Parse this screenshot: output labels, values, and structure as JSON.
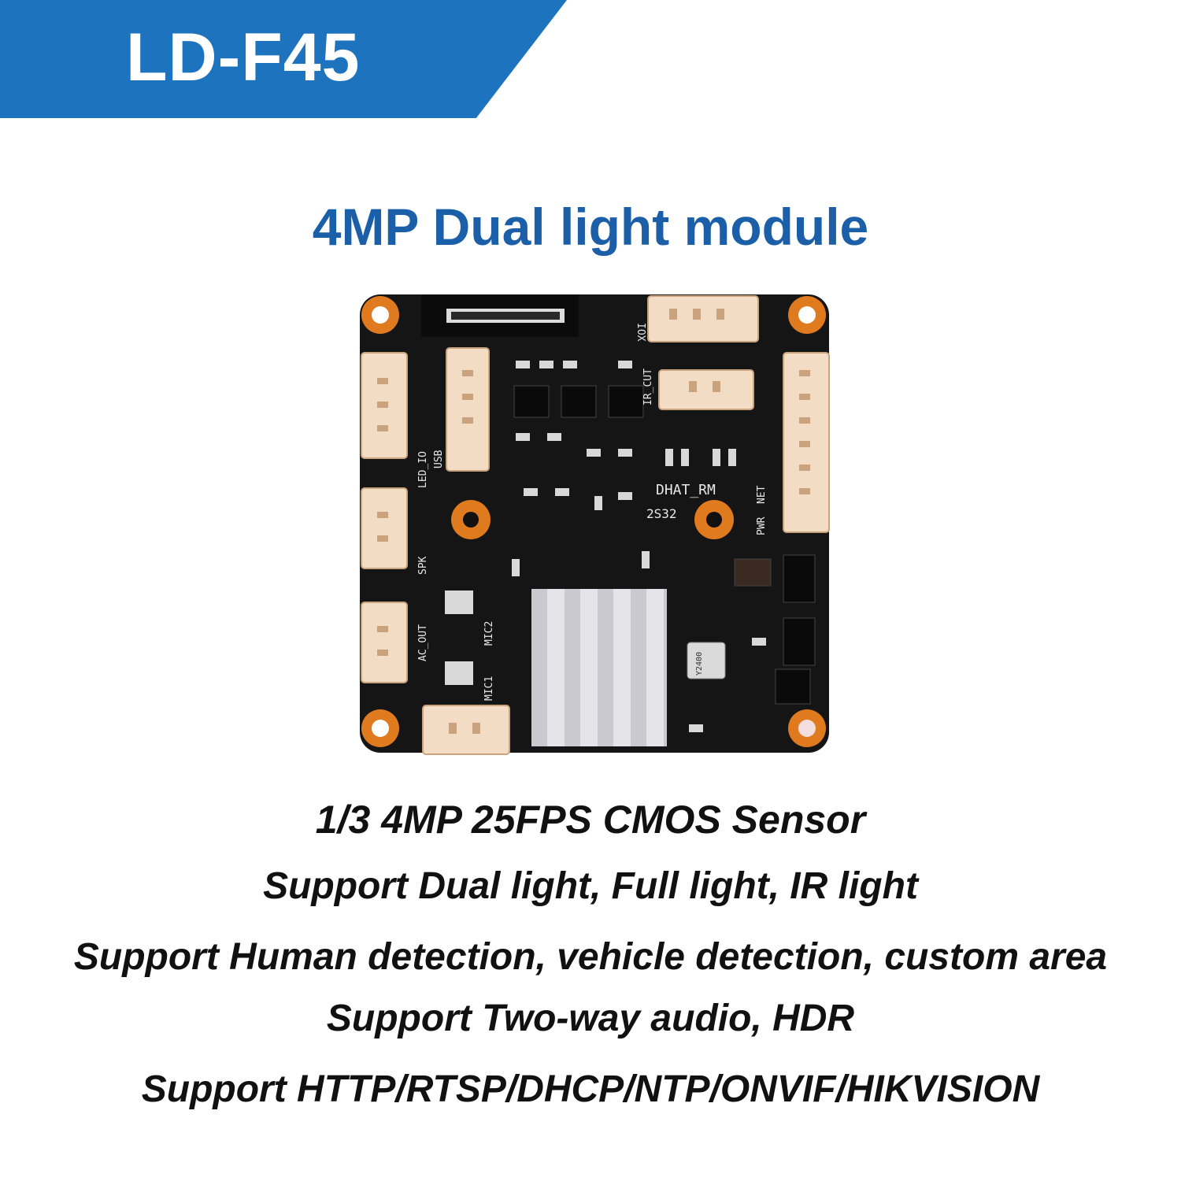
{
  "banner": {
    "model": "LD-F45"
  },
  "subtitle": "4MP Dual light module",
  "board_labels": {
    "iox": "IOX",
    "ir_cut": "IR_CUT",
    "led_io": "LED_IO",
    "usb": "USB",
    "spk": "SPK",
    "ac_out": "AC_OUT",
    "mic1": "MIC1",
    "mic2": "MIC2",
    "pwr": "PWR",
    "net": "NET",
    "board_name": "DHAT_RM",
    "board_code": "2S32",
    "crystal": "Y2400"
  },
  "specs": [
    "1/3 4MP 25FPS CMOS Sensor",
    "Support Dual light, Full light, IR light",
    "Support Human detection, vehicle detection, custom area",
    "Support Two-way audio,  HDR",
    "Support HTTP/RTSP/DHCP/NTP/ONVIF/HIKVISION"
  ],
  "colors": {
    "banner": "#1e73be",
    "subtitle": "#1a5fa8",
    "pcb": "#151515",
    "pad": "#e07a1f",
    "connector": "#f2dcc4",
    "heatsink": "#c9c9cf"
  }
}
